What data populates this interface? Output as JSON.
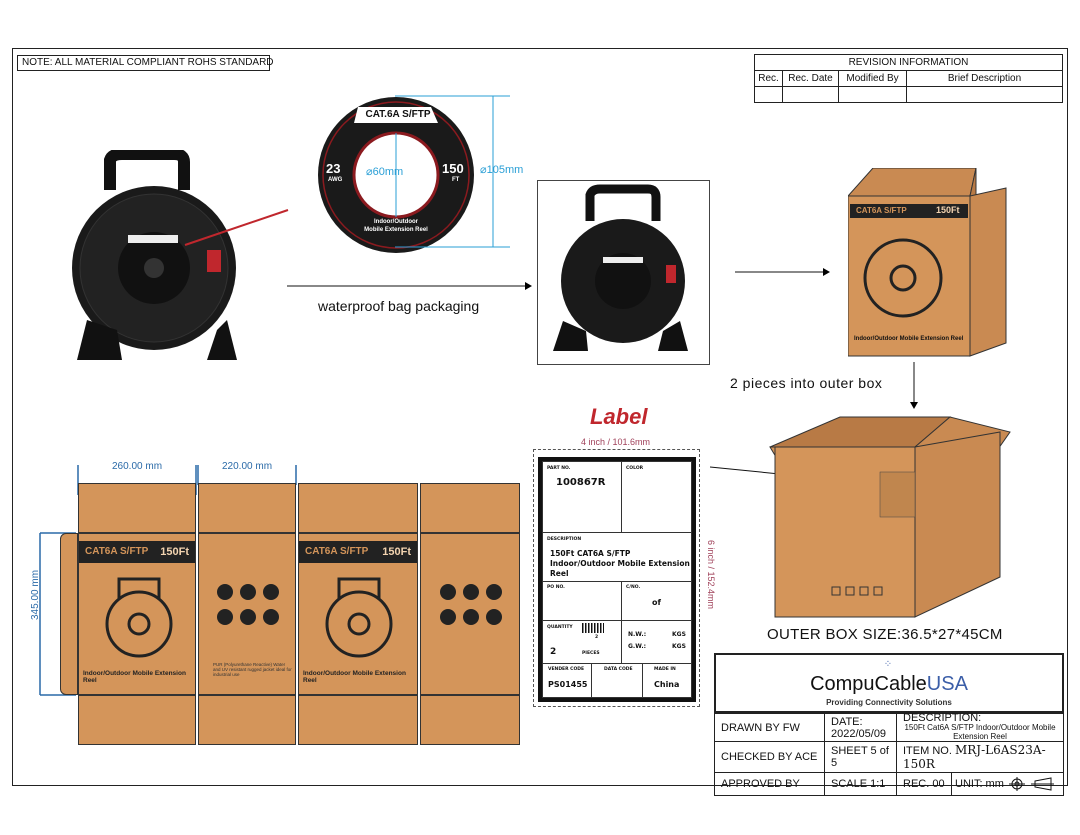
{
  "note": "NOTE: ALL MATERIAL COMPLIANT ROHS STANDARD",
  "revision": {
    "title": "REVISION INFORMATION",
    "headers": [
      "Rec.",
      "Rec. Date",
      "Modified By",
      "Brief Description"
    ]
  },
  "reel_label": {
    "title": "CAT.6A S/FTP",
    "gauge": "23",
    "gauge_unit": "AWG",
    "length": "150",
    "length_unit": "FT",
    "subtitle_1": "Indoor/Outdoor",
    "subtitle_2": "Mobile Extension Reel",
    "inner_dia": "⌀60mm",
    "outer_dia": "⌀105mm"
  },
  "captions": {
    "packaging": "waterproof bag packaging",
    "into_outer": "2 pieces into outer box",
    "outer_size": "OUTER BOX SIZE:36.5*27*45CM",
    "label_title": "Label"
  },
  "retail_box": {
    "title": "CAT6A S/FTP",
    "length": "150Ft",
    "footer": "Indoor/Outdoor Mobile Extension Reel",
    "side_text": "PUR (Polyurethane Reactive) Water and UV resistant rugged jacket ideal for industrial use"
  },
  "dieline": {
    "dim_front": "260.00 mm",
    "dim_side": "220.00 mm",
    "dim_height": "345.00 mm"
  },
  "label": {
    "width_dim": "4 inch / 101.6mm",
    "height_dim": "6 inch / 152.4mm",
    "part_no_label": "PART NO.",
    "part_no": "100867R",
    "color_label": "COLOR",
    "description_label": "DESCRIPTION",
    "description": "150Ft CAT6A S/FTP Indoor/Outdoor Mobile Extension Reel",
    "po_label": "PO NO.",
    "cno_label": "C/NO.",
    "cno": "of",
    "quantity_label": "QUANTITY",
    "barcode_num": "2",
    "quantity": "2",
    "pieces": "PIECES",
    "nw": "N.W.:",
    "gw": "G.W.:",
    "kgs": "KGS",
    "vender_label": "VENDER CODE",
    "vender": "PS01455",
    "data_code_label": "DATA CODE",
    "made_in_label": "MADE IN",
    "made_in": "China"
  },
  "title_block": {
    "brand_1": "CompuCable",
    "brand_2": "USA",
    "tagline": "Providing Connectivity Solutions",
    "drawn_by": "DRAWN BY   FW",
    "checked_by": "CHECKED BY   ACE",
    "approved_by": "APPROVED BY",
    "date_label": "DATE:",
    "date": "2022/05/09",
    "sheet": "SHEET 5 of 5",
    "scale": "SCALE 1:1",
    "description_label": "DESCRIPTION:",
    "description": "150Ft Cat6A S/FTP Indoor/Outdoor Mobile Extension Reel",
    "item_no_label": "ITEM NO.",
    "item_no": "MRJ-L6AS23A-150R",
    "rec": "REC. 00",
    "unit": "UNIT: mm"
  },
  "colors": {
    "box": "#d4955a",
    "accent_red": "#c0272d",
    "dim_blue": "#2a6aa8",
    "brand_blue": "#3b5ea8"
  }
}
